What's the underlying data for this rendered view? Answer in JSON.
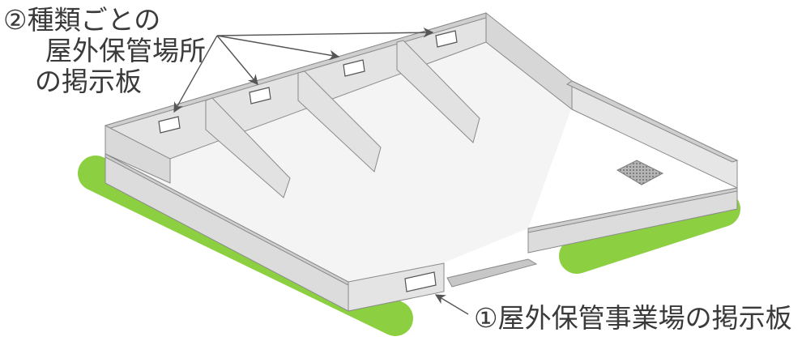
{
  "labels": {
    "storage_place_sign": {
      "line1": "②種類ごとの",
      "line2": "屋外保管場所",
      "line3": "の掲示板"
    },
    "business_site_sign": "①屋外保管事業場の掲示板"
  },
  "colors": {
    "hedge": "#8cd042",
    "wall_face": "#e3e3e3",
    "wall_top": "#cfcfcf",
    "floor": "#f4f4f4",
    "outline": "#8a8a8a",
    "sign": "#ffffff",
    "drain": "#9a9a9a",
    "arrow": "#555555"
  }
}
